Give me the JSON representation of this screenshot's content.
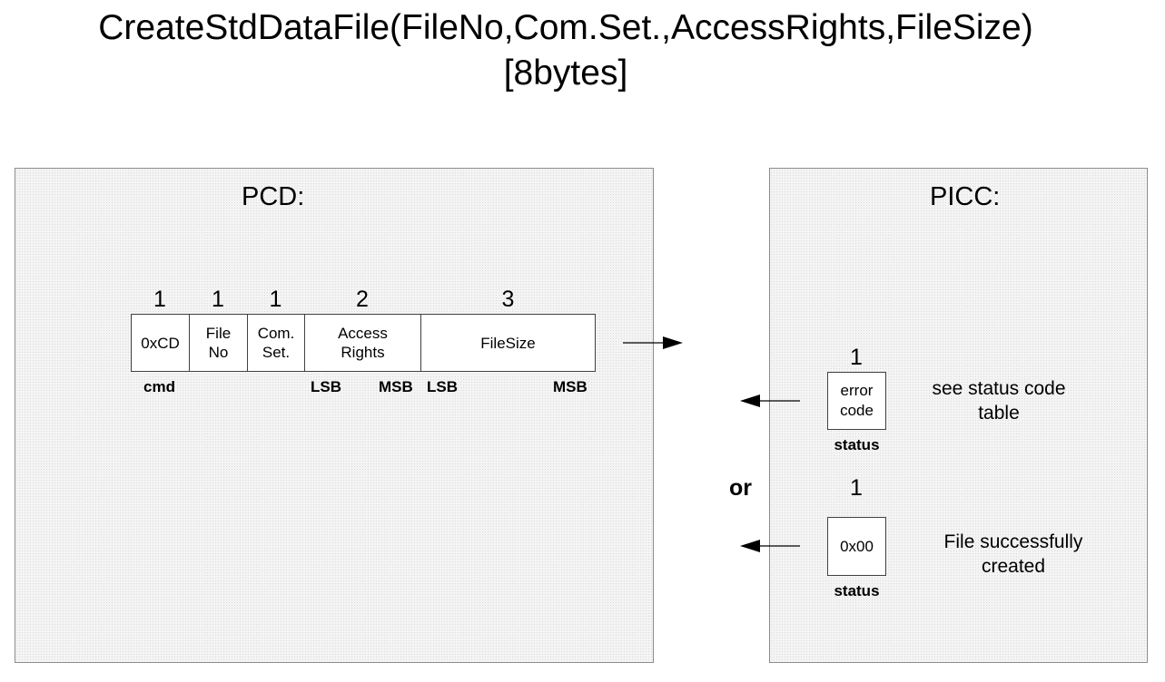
{
  "title": {
    "line1": "CreateStdDataFile(FileNo,Com.Set.,AccessRights,FileSize)",
    "line2": "[8bytes]"
  },
  "pcd": {
    "title": "PCD:",
    "fields": [
      {
        "count": "1",
        "label": "0xCD"
      },
      {
        "count": "1",
        "label": "File\nNo"
      },
      {
        "count": "1",
        "label": "Com.\nSet."
      },
      {
        "count": "2",
        "label": "Access\nRights"
      },
      {
        "count": "3",
        "label": "FileSize"
      }
    ],
    "labels": {
      "cmd": "cmd",
      "access_lsb": "LSB",
      "access_msb": "MSB",
      "size_lsb": "LSB",
      "size_msb": "MSB"
    }
  },
  "picc": {
    "title": "PICC:",
    "or_label": "or",
    "responses": [
      {
        "count": "1",
        "value": "error\ncode",
        "caption": "status",
        "note": "see status code\ntable"
      },
      {
        "count": "1",
        "value": "0x00",
        "caption": "status",
        "note": "File successfully\ncreated"
      }
    ]
  }
}
